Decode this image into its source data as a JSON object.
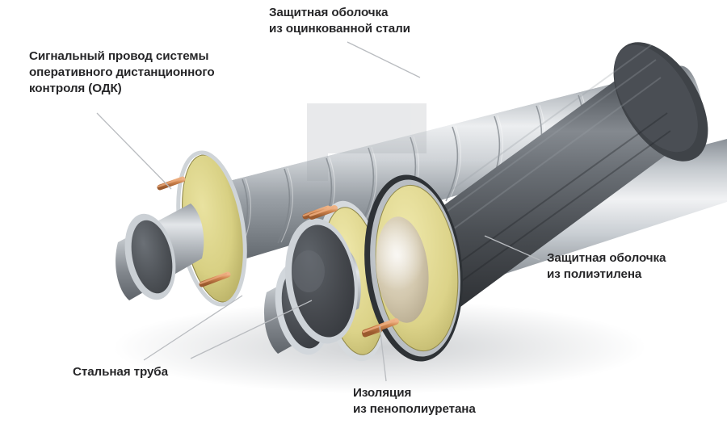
{
  "figure": {
    "kind": "technical-illustration",
    "subject": "Pre-insulated pipe in steel and polyethylene casing (cutaway)",
    "background_color": "#ffffff",
    "label_color": "#262628",
    "leader_line_color": "#b9bcc0"
  },
  "labels": {
    "galvanized_casing": "Защитная оболочка\nиз оцинкованной стали",
    "odk_wire": "Сигнальный провод системы\nоперативного дистанционного\nконтроля (ОДК)",
    "polyethylene_casing": "Защитная оболочка\nиз полиэтилена",
    "steel_pipe": "Стальная труба",
    "insulation": "Изоляция\nиз пенополиуретана"
  },
  "components": {
    "galvanized_steel": {
      "name": "galvanized-steel-casing",
      "color": "#b4b8bc",
      "highlight": "#eef0f2",
      "shadow": "#6e747a"
    },
    "polyethylene": {
      "name": "polyethylene-casing",
      "color": "#4c5055",
      "highlight": "#8d9196",
      "shadow": "#23262a"
    },
    "pu_foam": {
      "name": "polyurethane-foam-insulation",
      "color": "#ddd58a",
      "shadow": "#a89f52"
    },
    "steel_tube": {
      "name": "steel-service-pipe",
      "color": "#a9aeb3",
      "bore": "#4b4e52"
    },
    "copper_wire": {
      "name": "odk-copper-signal-wire",
      "color": "#c87b4a",
      "highlight": "#e7a97a"
    },
    "watermark": {
      "name": "watermark-block",
      "color": "#9aa0a6",
      "opacity": 0.22
    }
  },
  "pipes": [
    {
      "id": "pipe-rear",
      "casing": "galvanized-steel-casing",
      "label": "Защитная оболочка из оцинкованной стали"
    },
    {
      "id": "pipe-middle",
      "casing": "galvanized-steel-casing",
      "label": "Защитная оболочка из оцинкованной стали"
    },
    {
      "id": "pipe-front",
      "casing": "polyethylene-casing",
      "label": "Защитная оболочка из полиэтилена"
    }
  ]
}
